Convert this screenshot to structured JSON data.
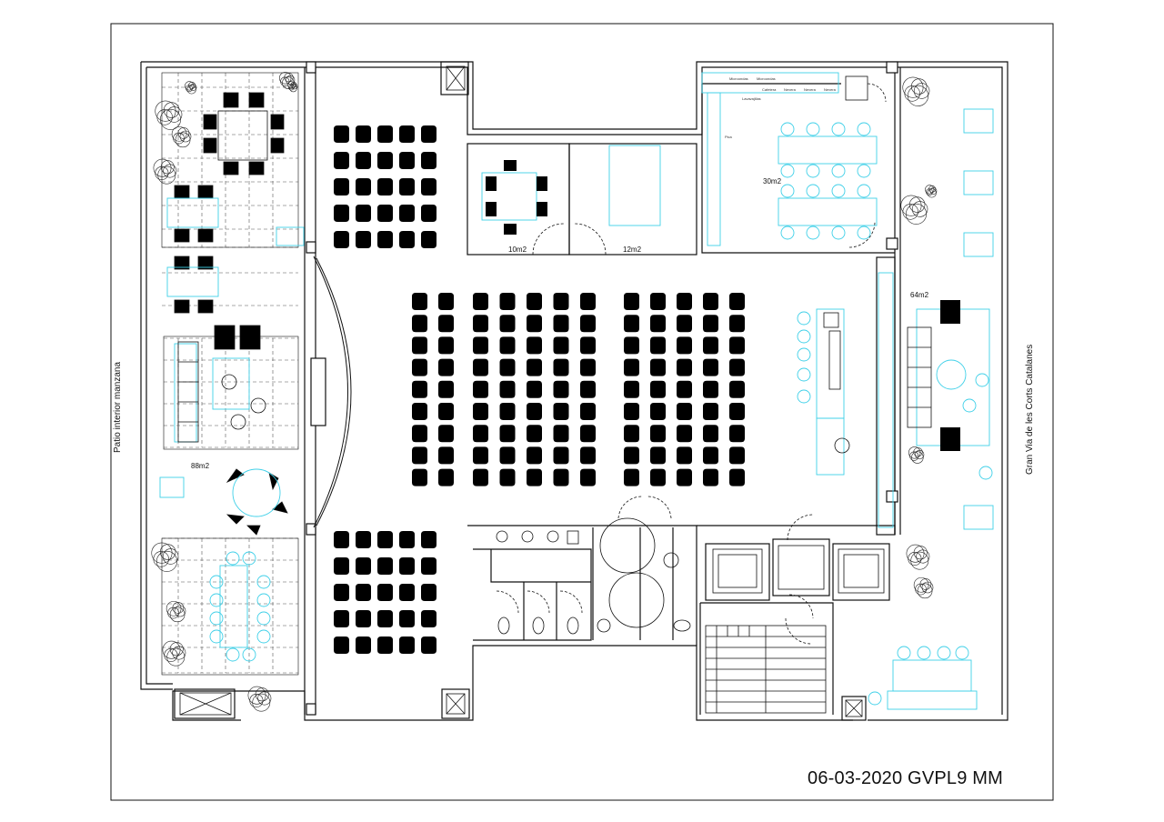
{
  "sheet": {
    "code": "06-03-2020 GVPL9 MM"
  },
  "labels": {
    "patio": "Patio interior manzana",
    "street": "Gran Via de les Corts Catalanes"
  },
  "areas": {
    "meeting_small": "10m2",
    "office": "12m2",
    "kitchen_room": "30m2",
    "lounge": "64m2",
    "terrace_left": "88m2"
  },
  "appliances": {
    "microondas_1": "Microondas",
    "microondas_2": "Microondas",
    "cafetera": "Cafetera",
    "nevera_1": "Nevera",
    "nevera_2": "Nevera",
    "nevera_3": "Nevera",
    "pica": "Pica",
    "lavavajillas": "Lavavajillas"
  },
  "colors": {
    "line": "#111111",
    "furniture": "#3fd0e8",
    "hatch": "#555555"
  }
}
